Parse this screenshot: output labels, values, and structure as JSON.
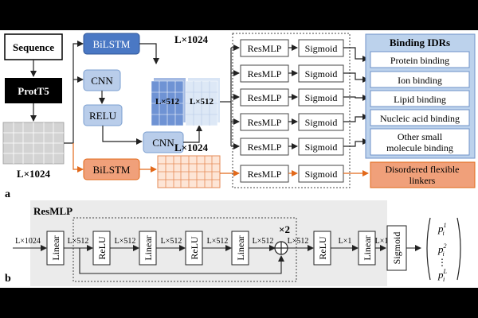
{
  "panel_a": {
    "label": "a",
    "sequence": "Sequence",
    "prott5": "ProtT5",
    "embed_dim": "L×1024",
    "bilstm_top": "BiLSTM",
    "cnn1": "CNN",
    "relu": "RELU",
    "cnn2": "CNN",
    "concat_dim": "L×1024",
    "half1": "L×512",
    "half2": "L×512",
    "bilstm_bottom": "BiLSTM",
    "bottom_dim": "L×1024",
    "resmlp": "ResMLP",
    "sigmoid": "Sigmoid",
    "binding_header": "Binding IDRs",
    "outputs": [
      "Protein binding",
      "Ion binding",
      "Lipid binding",
      "Nucleic acid binding",
      [
        "Other small",
        "molecule binding"
      ]
    ],
    "linker_output": [
      "Disordered flexible",
      "linkers"
    ]
  },
  "panel_b": {
    "label": "b",
    "title": "ResMLP",
    "input_dim": "L×1024",
    "linear": "Linear",
    "relu": "ReLU",
    "sigmoid": "Sigmoid",
    "dim512": "L×512",
    "dim1": "L×1",
    "repeat": "×2",
    "oplus": "⊕",
    "vector": [
      "p",
      "p",
      "p"
    ],
    "vector_sup": [
      "1",
      "2",
      "L"
    ],
    "vector_sub": "i",
    "ellipsis": "⋮"
  },
  "colors": {
    "bilstm_dark": "#4a78c4",
    "cnn_light": "#b9cdea",
    "orange": "#f0a07a",
    "orange_line": "#e2691a",
    "binding_panel": "#bcd2ec",
    "resmlp_panel": "#ebebeb",
    "grid_gray": "#cfcfcf"
  }
}
